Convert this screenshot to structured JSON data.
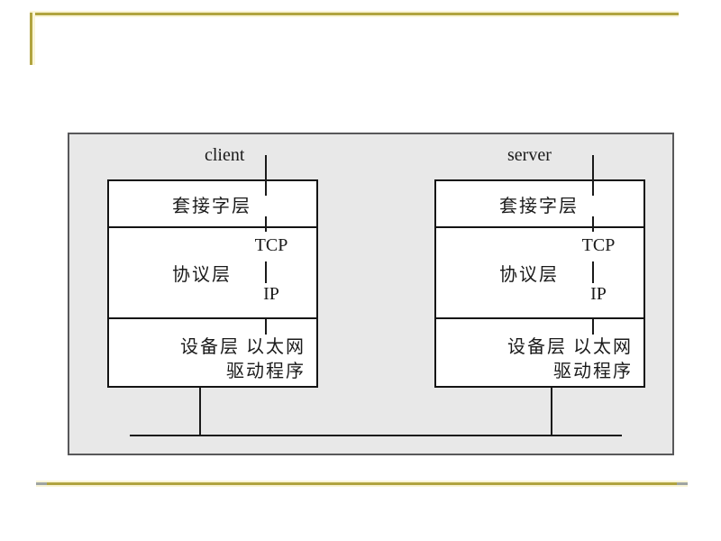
{
  "slide": {
    "background": "#ffffff",
    "accent_gold": "#b1a440",
    "accent_pale_yellow": "#faf5d7",
    "accent_tip_gray": "#9fa5a3"
  },
  "panel": {
    "background": "#e8e8e8",
    "border_color": "#58585a"
  },
  "diagram": {
    "bus_color": "#1a1a1a",
    "hosts": [
      {
        "label": "client",
        "socket_layer": "套接字层",
        "protocol_layer": "协议层",
        "tcp": "TCP",
        "ip": "IP",
        "device_layer_line1": "设备层 以太网",
        "device_layer_line2": "驱动程序"
      },
      {
        "label": "server",
        "socket_layer": "套接字层",
        "protocol_layer": "协议层",
        "tcp": "TCP",
        "ip": "IP",
        "device_layer_line1": "设备层 以太网",
        "device_layer_line2": "驱动程序"
      }
    ]
  }
}
